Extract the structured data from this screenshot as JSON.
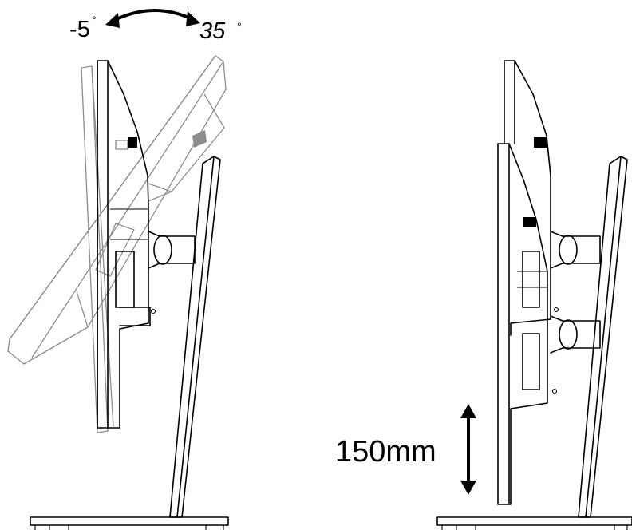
{
  "tilt": {
    "min_label": "-5",
    "max_label": "35",
    "degree_symbol": "°"
  },
  "height_adjust": {
    "label": "150mm"
  },
  "colors": {
    "ink": "#000000",
    "ghost": "#8c8c8c",
    "background": "#ffffff"
  }
}
